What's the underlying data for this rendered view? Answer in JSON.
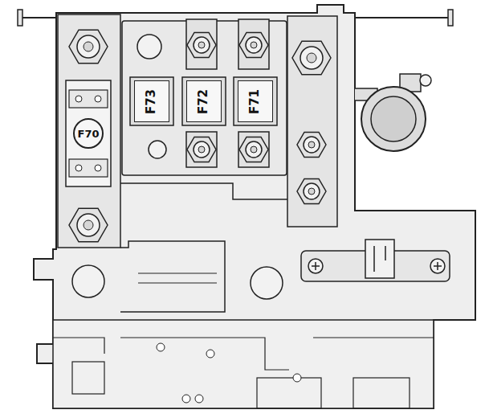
{
  "diagram": {
    "nodes": [
      {
        "text": [
          "F73"
        ]
      },
      {
        "text": [
          "F72"
        ]
      },
      {
        "text": [
          "F71"
        ]
      },
      {
        "text": [
          "F70"
        ]
      }
    ]
  }
}
